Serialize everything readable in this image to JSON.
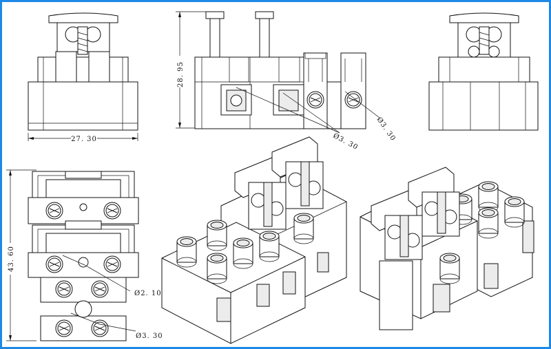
{
  "dimensions": {
    "width": "27. 30",
    "height": "28. 95",
    "length": "43. 60",
    "hole_large_1": "Ø3. 30",
    "hole_large_2": "Ø3. 30",
    "hole_small": "Ø2. 10",
    "hole_large_3": "Ø3. 30"
  },
  "colors": {
    "frame": "#1e88e5",
    "stroke": "#111111"
  }
}
